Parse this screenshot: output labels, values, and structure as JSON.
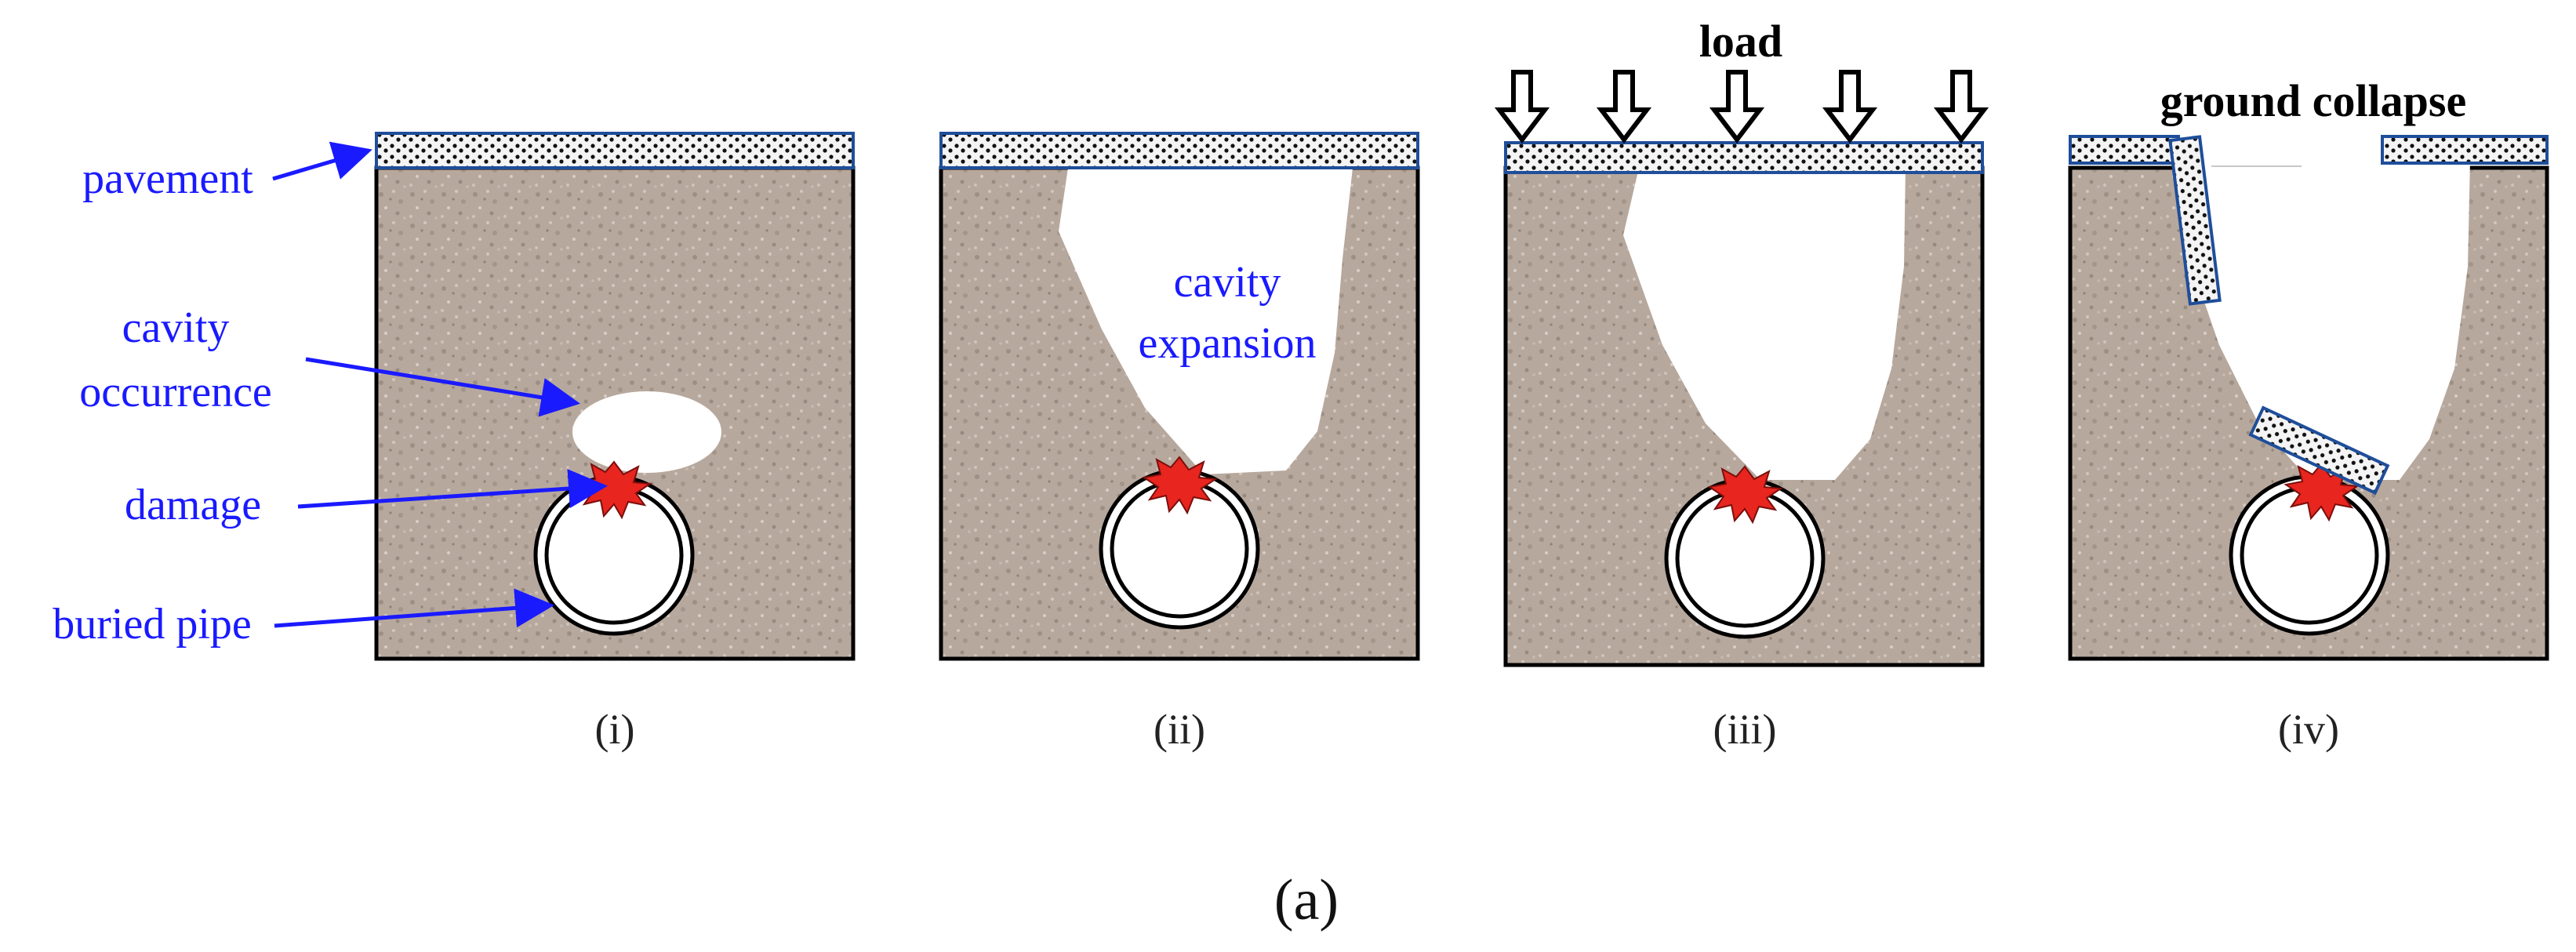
{
  "panels": [
    {
      "label": "(i)"
    },
    {
      "label": "(ii)"
    },
    {
      "label": "(iii)"
    },
    {
      "label": "(iv)"
    }
  ],
  "labels": {
    "pavement": "pavement",
    "cavity_line1": "cavity",
    "cavity_line2": "occurrence",
    "damage": "damage",
    "buried_pipe": "buried pipe",
    "expansion_line1": "cavity",
    "expansion_line2": "expansion",
    "load": "load",
    "ground_collapse": "ground collapse"
  },
  "caption": "(a)",
  "colors": {
    "soil": "#b7a89d",
    "label_blue": "#1a1aff",
    "pavement_border": "#1f4e9a",
    "damage_red": "#e8251f"
  }
}
